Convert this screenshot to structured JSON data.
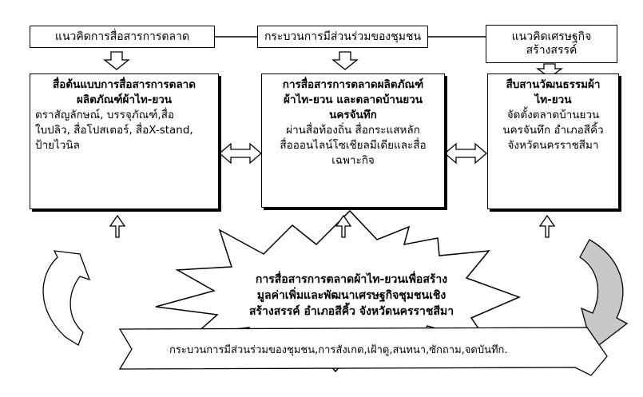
{
  "headers": {
    "left": "แนวคิดการสื่อสารการตลาด",
    "middle": "กระบวนการมีส่วนร่วมของชุมชน",
    "right_line1": "แนวคิดเศรษฐกิจ",
    "right_line2": "สร้างสรรค์"
  },
  "boxes": {
    "left": {
      "title_line1": "สื่อต้นแบบการสื่อสารการตลาด",
      "title_line2": "ผลิตภัณฑ์ผ้าไท-ยวน",
      "body_line1": "ตราสัญลักษณ์, บรรจุภัณฑ์,สื่อ",
      "body_line2": "ใบปลิว, สื่อโปสเตอร์, สื่อX-stand,",
      "body_line3": "ป้ายไวนิล"
    },
    "middle": {
      "title_line1": "การสื่อสารการตลาดผลิตภัณฑ์",
      "title_line2": "ผ้าไท-ยวน และตลาดบ้านยวน",
      "title_line3": "นครจันทึก",
      "body_line1": "ผ่านสื่อท้องถิ่น สื่อกระแสหลัก",
      "body_line2": "สื่อออนไลน์โซเชียลมีเดียและสื่อ",
      "body_line3": "เฉพาะกิจ"
    },
    "right": {
      "title_line1": "สืบสานวัฒนธรรมผ้า",
      "title_line2": "ไท-ยวน",
      "body_line1": "จัดตั้งตลาดบ้านยวน",
      "body_line2": "นครจันทึก อำเภอสีคิ้ว",
      "body_line3": "จังหวัดนครราชสีมา"
    }
  },
  "center_star": {
    "line1": "การสื่อสารการตลาดผ้าไท-ยวนเพื่อสร้าง",
    "line2": "มูลค่าเพิ่มและพัฒนาเศรษฐกิจชุมชนเชิง",
    "line3": "สร้างสรรค์ อำเภอสีคิ้ว จังหวัดนครราชสีมา"
  },
  "bottom_banner": "กระบวนการมีส่วนร่วมของชุมชน,การสังเกต,เฝ้าดู,สนทนา,ซักถาม,จดบันทึก."
}
